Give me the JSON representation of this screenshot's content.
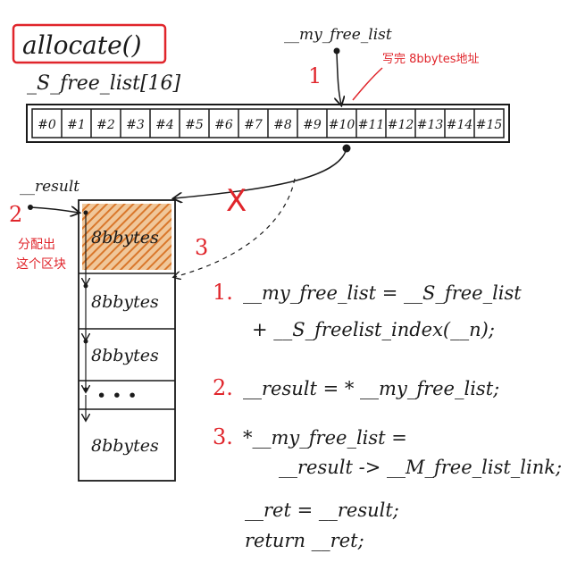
{
  "title": "allocate()",
  "array_label": "_S_free_list[16]",
  "cells": [
    "#0",
    "#1",
    "#2",
    "#3",
    "#4",
    "#5",
    "#6",
    "#7",
    "#8",
    "#9",
    "#10",
    "#11",
    "#12",
    "#13",
    "#14",
    "#15"
  ],
  "my_free_list_label": "__my_free_list",
  "annotation_top": "写完 8bbytes地址",
  "step_marker_1": "1",
  "step_marker_2": "2",
  "step_marker_3": "3",
  "cross_mark": "X",
  "result_label": "__result",
  "annotation_left_line1": "分配出",
  "annotation_left_line2": "这个区块",
  "chunks": [
    "8bbytes",
    "8bbytes",
    "8bbytes",
    "• • •",
    "8bbytes"
  ],
  "steps": [
    {
      "num": "1.",
      "line1": "__my_free_list = __S_free_list",
      "line2": "+ __S_freelist_index(__n);"
    },
    {
      "num": "2.",
      "line1": "__result = * __my_free_list;",
      "line2": ""
    },
    {
      "num": "3.",
      "line1": "*__my_free_list =",
      "line2": "__result -> __M_free_list_link;"
    }
  ],
  "tail_lines": [
    "__ret = __result;",
    "return __ret;"
  ],
  "colors": {
    "ink": "#1a1a1a",
    "red": "#e0252b",
    "hatch": "#d9772b"
  }
}
